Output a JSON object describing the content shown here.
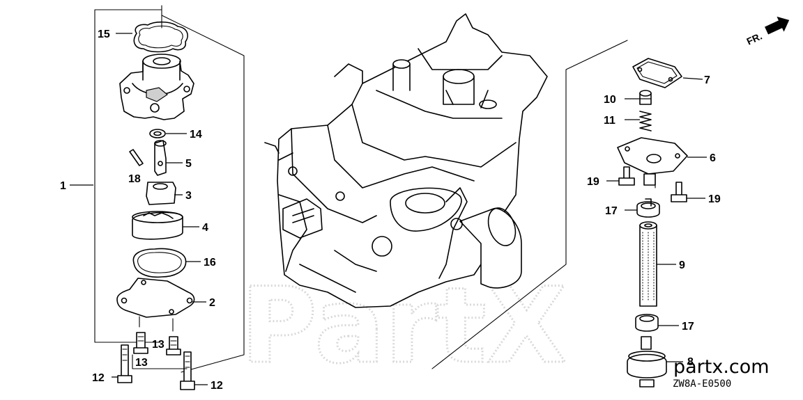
{
  "watermark": "PartX",
  "brand_url": "partx.com",
  "diagram_code": "ZW8A-E0500",
  "direction_label": "FR.",
  "callouts": [
    "1",
    "15",
    "14",
    "5",
    "18",
    "3",
    "4",
    "16",
    "2",
    "13",
    "13",
    "12",
    "12",
    "7",
    "10",
    "11",
    "6",
    "19",
    "19",
    "17",
    "9",
    "17",
    "8"
  ]
}
